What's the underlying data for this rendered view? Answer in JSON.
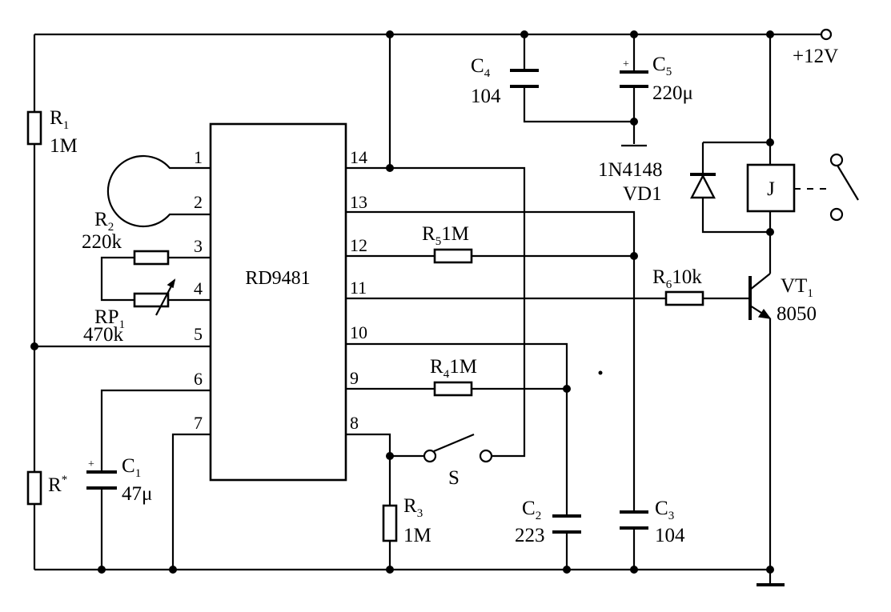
{
  "supply": "+12V",
  "ic": {
    "name": "RD9481",
    "left_pins": [
      "1",
      "2",
      "3",
      "4",
      "5",
      "6",
      "7"
    ],
    "right_pins": [
      "14",
      "13",
      "12",
      "11",
      "10",
      "9",
      "8"
    ]
  },
  "components": {
    "r1": {
      "ref": "R",
      "sub": "1",
      "value": "1M"
    },
    "r2": {
      "ref": "R",
      "sub": "2",
      "value": "220k"
    },
    "rp1": {
      "ref": "RP",
      "sub": "1",
      "value": "470k"
    },
    "rstar": {
      "ref": "R",
      "sup": "*"
    },
    "c1": {
      "ref": "C",
      "sub": "1",
      "value": "47μ"
    },
    "c2": {
      "ref": "C",
      "sub": "2",
      "value": "223"
    },
    "c3": {
      "ref": "C",
      "sub": "3",
      "value": "104"
    },
    "c4": {
      "ref": "C",
      "sub": "4",
      "value": "104"
    },
    "c5": {
      "ref": "C",
      "sub": "5",
      "value": "220μ"
    },
    "r3": {
      "ref": "R",
      "sub": "3",
      "value": "1M"
    },
    "r4": {
      "ref": "R",
      "sub": "4",
      "value": "1M"
    },
    "r5": {
      "ref": "R",
      "sub": "5",
      "value": "1M"
    },
    "r6": {
      "ref": "R",
      "sub": "6",
      "value": "10k"
    },
    "vd1": {
      "part": "1N4148",
      "ref": "VD1"
    },
    "relay": {
      "ref": "J"
    },
    "vt1": {
      "ref": "VT",
      "sub": "1",
      "part": "8050"
    },
    "switch": {
      "ref": "S"
    }
  },
  "polarity_mark": "+"
}
